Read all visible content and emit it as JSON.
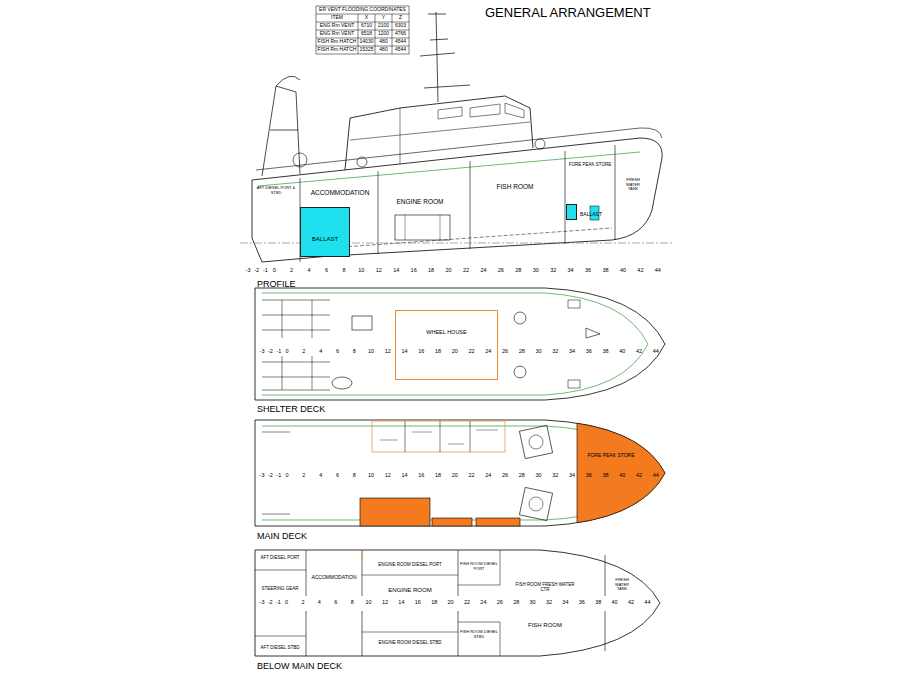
{
  "diagram": {
    "title": "GENERAL ARRANGEMENT",
    "nodes": [
      {
        "text": [
          "BALLAST"
        ]
      },
      {
        "text": [
          "BALLAST"
        ]
      },
      {
        "text": [
          "FORE PEAK STORE"
        ]
      },
      {
        "text": [
          "WHEEL HOUSE"
        ]
      }
    ],
    "labels": [
      "ER VENT FLOODING COORDINATES",
      "ITEM",
      "X",
      "Y",
      "Z",
      "ENG Rm VENT",
      "6710",
      "2100",
      "6303",
      "ENG Rm VENT",
      "6518",
      "1200",
      "4766",
      "FISH Rm HATCH",
      "14030",
      "480",
      "4544",
      "FISH Rm HATCH",
      "15325",
      "480",
      "4544",
      "PROFILE",
      "SHELTER DECK",
      "MAIN DECK",
      "BELOW MAIN DECK",
      "ACCOMMODATION",
      "ENGINE ROOM",
      "FISH ROOM",
      "FORE PEAK STORE",
      "AFT DIESEL PORT & STBD",
      "FRESH WATER TANK",
      "ACCOMMODATION",
      "ENGINE ROOM",
      "FISH ROOM",
      "AFT DIESEL PORT",
      "STEERING GEAR",
      "AFT DIESEL STBD",
      "ENGINE ROOM DIESEL PORT",
      "ENGINE ROOM DIESEL STBD",
      "FISH ROOM DIESEL PORT",
      "FISH ROOM DIESEL STBD",
      "FISH ROOM FRESH WATER CTR",
      "FRESH WATER TANK",
      "-3",
      "-2",
      "-1",
      "0",
      "2",
      "4",
      "6",
      "8",
      "10",
      "12",
      "14",
      "16",
      "18",
      "20",
      "22",
      "24",
      "26",
      "28",
      "30",
      "32",
      "34",
      "36",
      "38",
      "40",
      "42",
      "44",
      "-3",
      "-2",
      "-1",
      "0",
      "2",
      "4",
      "6",
      "8",
      "10",
      "12",
      "14",
      "16",
      "18",
      "20",
      "22",
      "24",
      "26",
      "28",
      "30",
      "32",
      "34",
      "36",
      "38",
      "40",
      "42",
      "44",
      "-3",
      "-2",
      "-1",
      "0",
      "2",
      "4",
      "6",
      "8",
      "10",
      "12",
      "14",
      "16",
      "18",
      "20",
      "22",
      "24",
      "26",
      "28",
      "30",
      "32",
      "34",
      "36",
      "38",
      "40",
      "42",
      "44",
      "-3",
      "-2",
      "-1",
      "0",
      "2",
      "4",
      "6",
      "8",
      "10",
      "12",
      "14",
      "16",
      "18",
      "20",
      "22",
      "24",
      "26",
      "28",
      "30",
      "32",
      "34",
      "36",
      "38",
      "40",
      "42",
      "44"
    ]
  }
}
